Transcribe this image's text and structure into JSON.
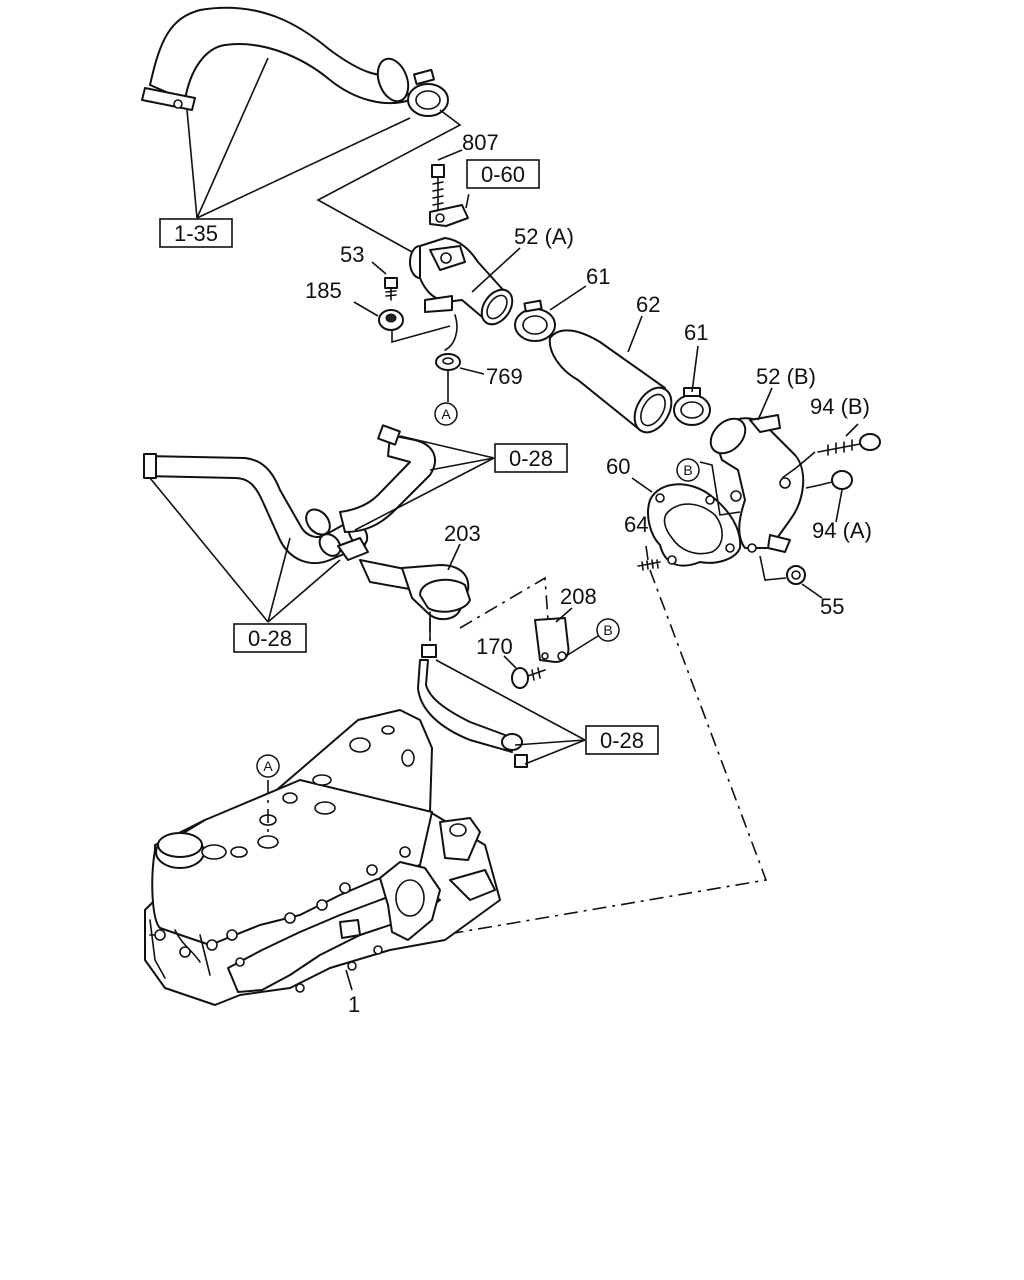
{
  "callouts": {
    "c807": "807",
    "c52a": "52 (A)",
    "c53": "53",
    "c185": "185",
    "c61a": "61",
    "c62": "62",
    "c61b": "61",
    "c769": "769",
    "c52b": "52 (B)",
    "c94b": "94 (B)",
    "c94a": "94 (A)",
    "c60": "60",
    "c64": "64",
    "c55": "55",
    "c203": "203",
    "c208": "208",
    "c170": "170",
    "c1": "1"
  },
  "references": {
    "r135": "1-35",
    "r060": "0-60",
    "r028_top": "0-28",
    "r028_left": "0-28",
    "r028_bottom": "0-28"
  },
  "markers": {
    "a_top": "A",
    "a_engine": "A",
    "b_gasket": "B",
    "b_bracket": "B"
  }
}
